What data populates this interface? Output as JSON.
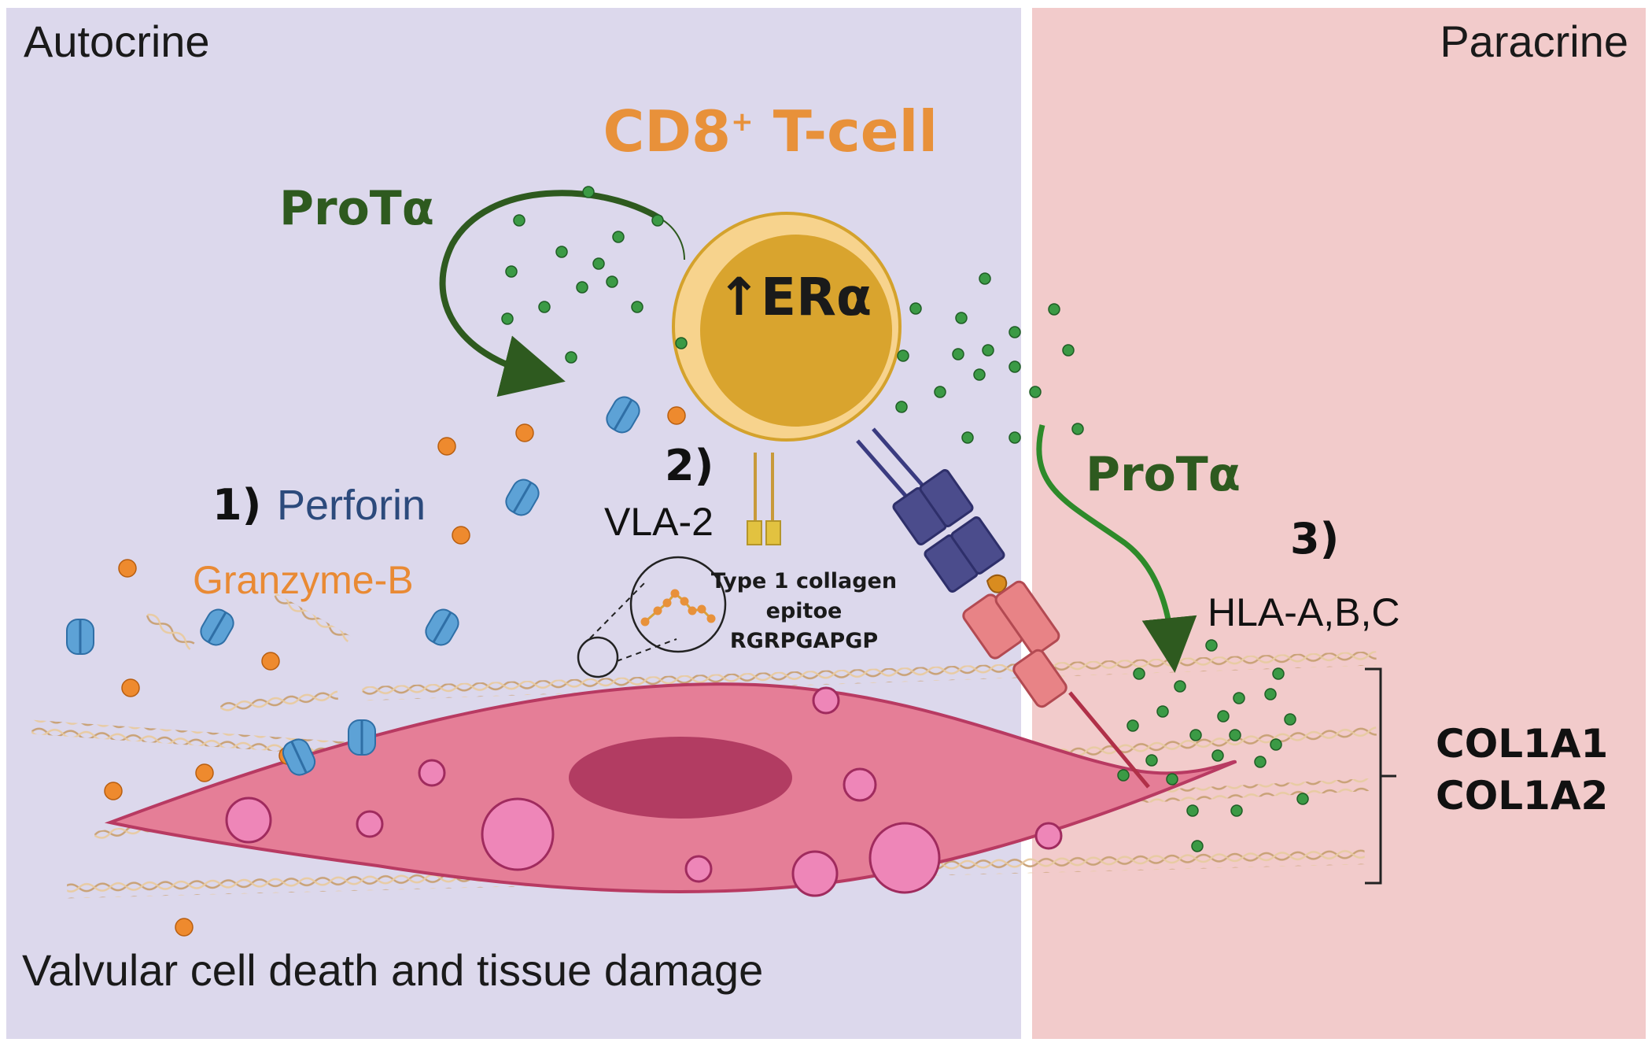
{
  "panels": {
    "left_title": "Autocrine",
    "right_title": "Paracrine"
  },
  "colors": {
    "autocrine_bg": "#DCD8EC",
    "paracrine_bg": "#F2CBCB",
    "prota_green": "#2E5A1F",
    "tcell_orange": "#E8913A",
    "perforin_blue": "#2C4A7C",
    "granzyme_orange": "#E98A34"
  },
  "tcell": {
    "name_main": "CD8",
    "name_sup": "+",
    "name_rest": " T-cell",
    "receptor": "↑ERα"
  },
  "labels": {
    "prota_autocrine": "ProTα",
    "prota_paracrine": "ProTα",
    "step1": "1)",
    "perforin": "Perforin",
    "granzyme": "Granzyme-B",
    "step2": "2)",
    "vla2": "VLA-2",
    "epitope_line1": "Type 1 collagen",
    "epitope_line2": "epitoe",
    "epitope_line3": "RGRPGAPGP",
    "step3": "3)",
    "hla": "HLA-A,B,C",
    "col1a1": "COL1A1",
    "col1a2": "COL1A2",
    "bottom_caption": "Valvular cell death and tissue damage"
  }
}
